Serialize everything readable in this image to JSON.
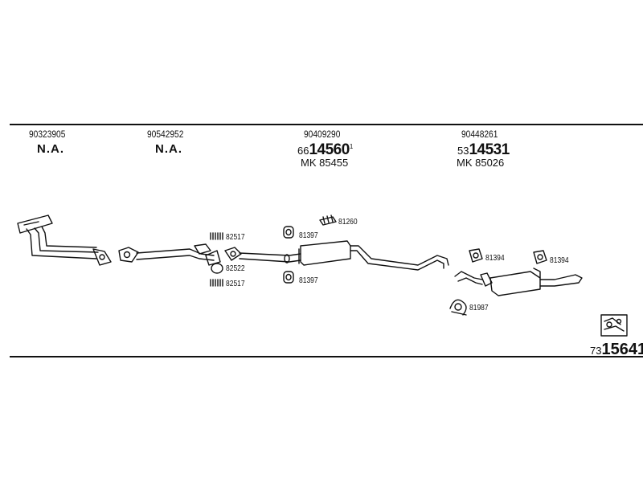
{
  "columns": [
    {
      "oem": "90323905",
      "na": "N.A."
    },
    {
      "oem": "90542952",
      "na": "N.A."
    },
    {
      "oem": "90409290",
      "part_prefix": "66",
      "part_main": "14560",
      "part_sup": "1",
      "mk": "MK  85455"
    },
    {
      "oem": "90448261",
      "part_prefix": "53",
      "part_main": "14531",
      "mk": "MK  85026"
    }
  ],
  "hardware": {
    "clamp_top": "82517",
    "gasket": "82522",
    "clamp_bottom": "82517",
    "mount_upper": "81397",
    "mount_lower": "81397",
    "hanger_top": "81260",
    "rear_mount_left": "81394",
    "rear_mount_right": "81394",
    "rear_clamp": "81987"
  },
  "kit": {
    "prefix": "73",
    "main": "15641"
  },
  "icons": [
    "kit-box-icon"
  ]
}
